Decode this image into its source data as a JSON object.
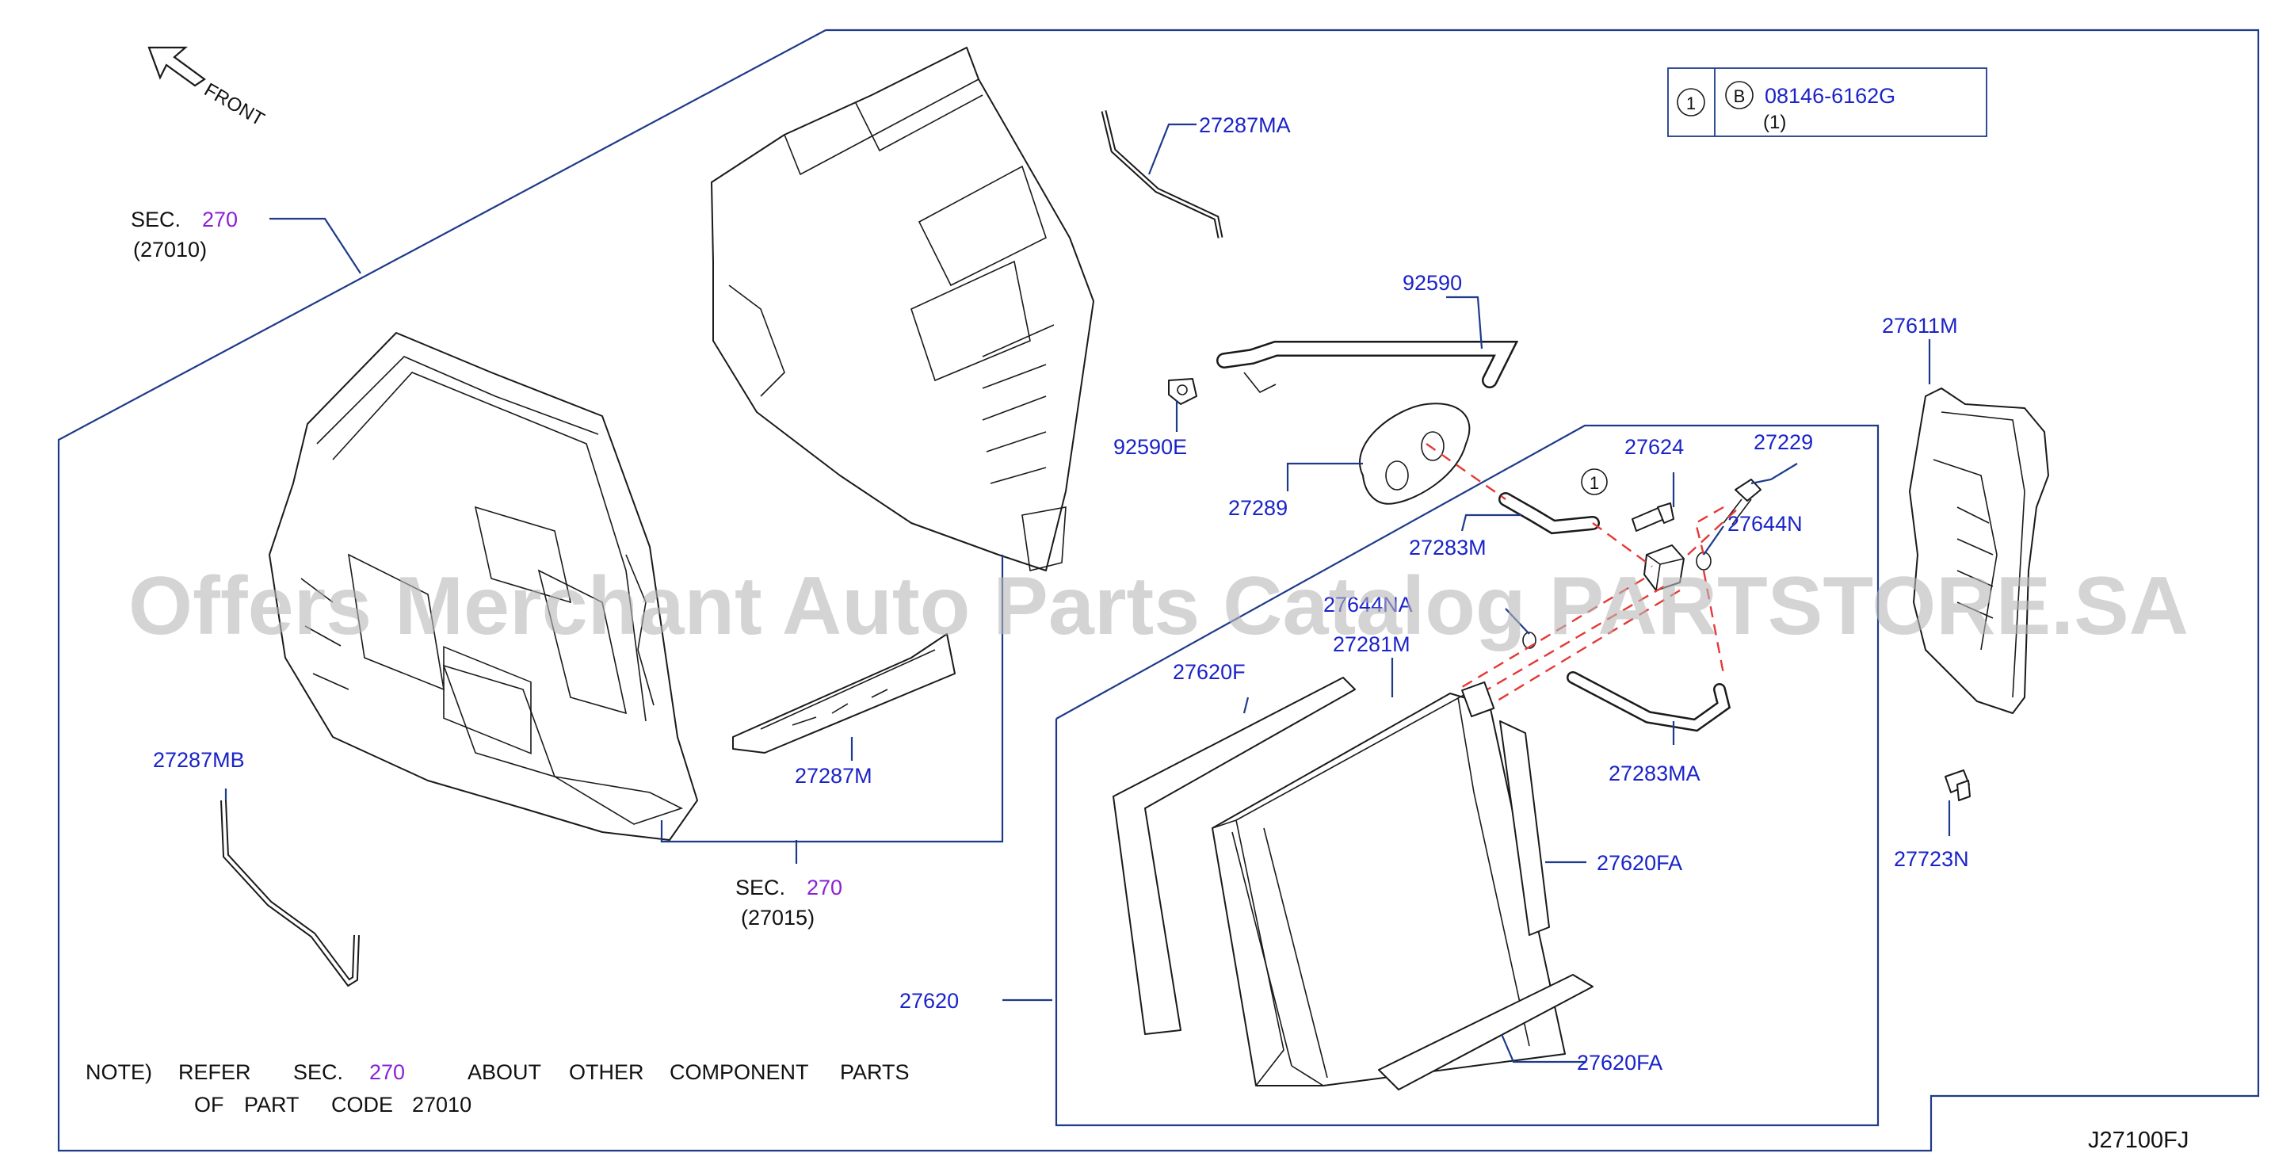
{
  "watermark": "Offers Merchant Auto Parts Catalog PARTSTORE.SA",
  "front": "FRONT",
  "sec_box_1": {
    "sec": "SEC.",
    "num": "270",
    "code": "(27010)"
  },
  "sec_box_2": {
    "sec": "SEC.",
    "num": "270",
    "code": "(27015)"
  },
  "part_labels": {
    "p27287MA": "27287MA",
    "p92590": "92590",
    "p92590E": "92590E",
    "p27289": "27289",
    "p27283M": "27283M",
    "p27624": "27624",
    "p27229": "27229",
    "p27644N": "27644N",
    "p27644NA": "27644NA",
    "p27281M": "27281M",
    "p27620F": "27620F",
    "p27620FA_1": "27620FA",
    "p27620FA_2": "27620FA",
    "p27620": "27620",
    "p27287M": "27287M",
    "p27287MB": "27287MB",
    "p27283MA": "27283MA",
    "p27611M": "27611M",
    "p27723N": "27723N"
  },
  "legend": {
    "index": "1",
    "bolt_symbol": "B",
    "part_no": "08146-6162G",
    "qty": "(1)"
  },
  "callout_marker": "1",
  "note": {
    "w1": "NOTE)",
    "w2": "REFER",
    "w3": "SEC.",
    "w4": "270",
    "w5": "ABOUT",
    "w6": "OTHER",
    "w7": "COMPONENT",
    "w8": "PARTS",
    "line2": [
      "OF",
      "PART",
      "CODE",
      "27010"
    ]
  },
  "diagram_id": "J27100FJ"
}
